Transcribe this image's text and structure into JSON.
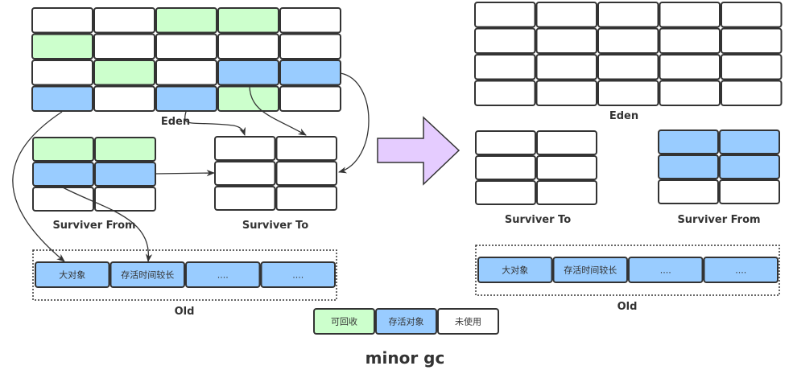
{
  "colors": {
    "recyclable": "#ccffcc",
    "alive": "#99ccff",
    "unused": "#ffffff",
    "stroke": "#333333",
    "arrow_fill": "#e5ccff"
  },
  "title": "minor gc",
  "before": {
    "eden": {
      "label": "Eden",
      "rows": [
        [
          "unused",
          "unused",
          "recyclable",
          "recyclable",
          "unused"
        ],
        [
          "recyclable",
          "unused",
          "unused",
          "unused",
          "unused"
        ],
        [
          "unused",
          "recyclable",
          "unused",
          "alive",
          "alive"
        ],
        [
          "alive",
          "unused",
          "alive",
          "recyclable",
          "unused"
        ]
      ]
    },
    "survivor_from": {
      "label": "Surviver From",
      "rows": [
        [
          "recyclable",
          "recyclable"
        ],
        [
          "alive",
          "alive"
        ],
        [
          "unused",
          "unused"
        ]
      ]
    },
    "survivor_to": {
      "label": "Surviver To",
      "rows": [
        [
          "unused",
          "unused"
        ],
        [
          "unused",
          "unused"
        ],
        [
          "unused",
          "unused"
        ]
      ]
    },
    "old": {
      "label": "Old",
      "cells": [
        "大对象",
        "存活时间较长",
        "....",
        "...."
      ]
    }
  },
  "after": {
    "eden": {
      "label": "Eden",
      "rows": [
        [
          "unused",
          "unused",
          "unused",
          "unused",
          "unused"
        ],
        [
          "unused",
          "unused",
          "unused",
          "unused",
          "unused"
        ],
        [
          "unused",
          "unused",
          "unused",
          "unused",
          "unused"
        ],
        [
          "unused",
          "unused",
          "unused",
          "unused",
          "unused"
        ]
      ]
    },
    "survivor_to": {
      "label": "Surviver To",
      "rows": [
        [
          "unused",
          "unused"
        ],
        [
          "unused",
          "unused"
        ],
        [
          "unused",
          "unused"
        ]
      ]
    },
    "survivor_from": {
      "label": "Surviver From",
      "rows": [
        [
          "alive",
          "alive"
        ],
        [
          "alive",
          "alive"
        ],
        [
          "unused",
          "unused"
        ]
      ]
    },
    "old": {
      "label": "Old",
      "cells": [
        "大对象",
        "存活时间较长",
        "....",
        "...."
      ]
    }
  },
  "legend": [
    {
      "key": "recyclable",
      "label": "可回收"
    },
    {
      "key": "alive",
      "label": "存活对象"
    },
    {
      "key": "unused",
      "label": "未使用"
    }
  ]
}
